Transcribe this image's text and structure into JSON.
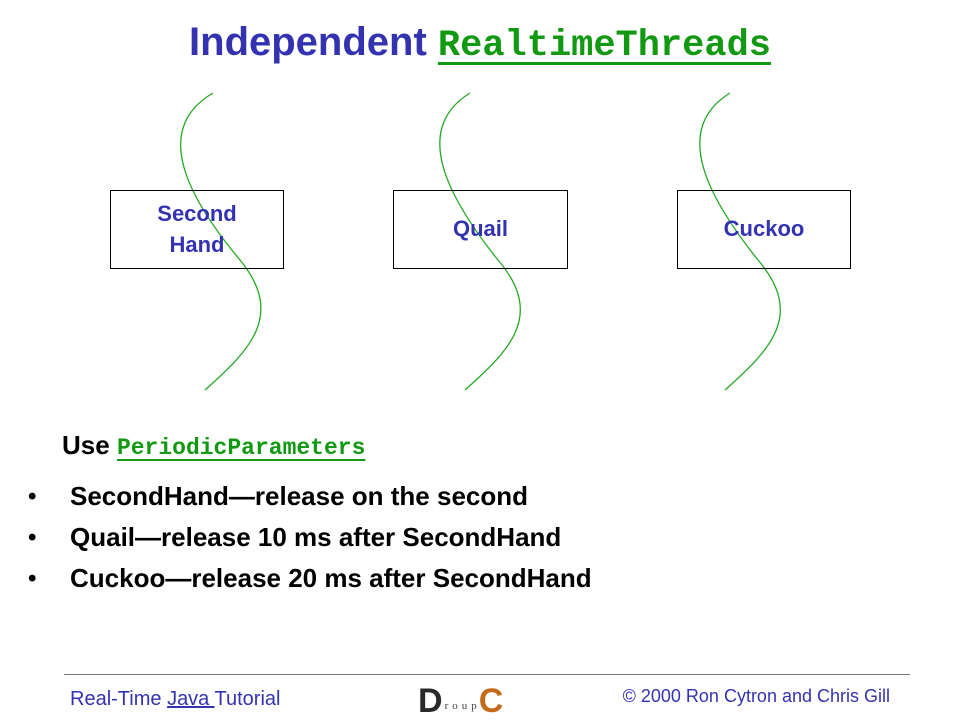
{
  "slide": {
    "title_prefix": "Independent",
    "title_code": "RealtimeThreads"
  },
  "threads": [
    {
      "label": "Second\nHand"
    },
    {
      "label": "Quail"
    },
    {
      "label": "Cuckoo"
    }
  ],
  "body": {
    "heading_prefix": "Use",
    "heading_code": "PeriodicParameters",
    "bullets": [
      "SecondHand—release on the second",
      "Quail—release 10 ms after SecondHand",
      "Cuckoo—release 20 ms after SecondHand"
    ]
  },
  "footer": {
    "left_prefix": "Real-Time ",
    "left_link": "Java ",
    "left_suffix": "Tutorial",
    "right": "© 2000 Ron Cytron and Chris Gill",
    "logo_letters": [
      "D",
      "r",
      "o",
      "u",
      "p",
      "C"
    ]
  },
  "colors": {
    "title": "#3333b2",
    "code": "#119911",
    "thread_line": "#22aa22",
    "text": "#000000"
  }
}
